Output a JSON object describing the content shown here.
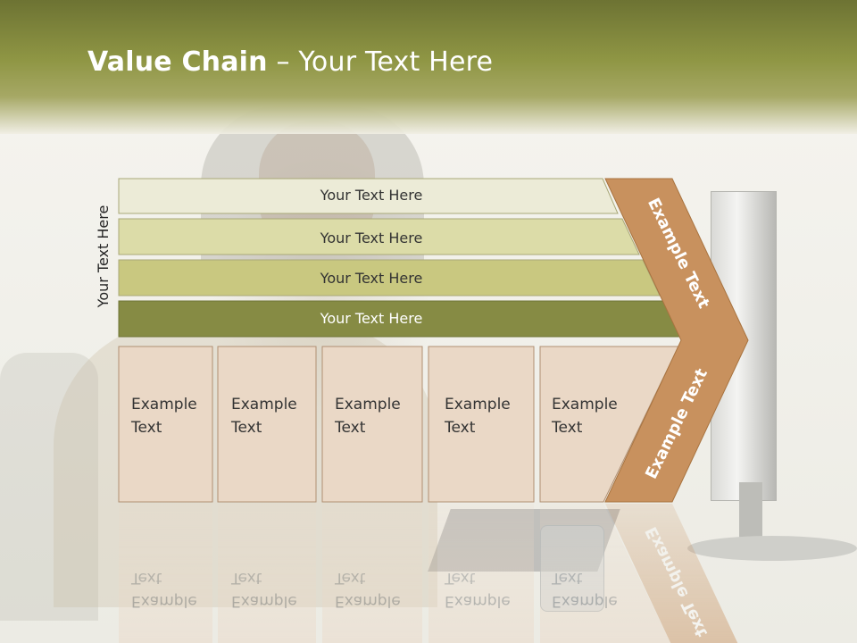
{
  "title": {
    "bold": "Value Chain",
    "rest": " – Your Text Here"
  },
  "vertical_label": "Your Text Here",
  "rows": [
    {
      "label": "Your Text Here",
      "fill": "#ecebd7"
    },
    {
      "label": "Your Text Here",
      "fill": "#dcdca8"
    },
    {
      "label": "Your Text Here",
      "fill": "#c9c880"
    },
    {
      "label": "Your Text Here",
      "fill": "#868b44"
    }
  ],
  "columns": [
    {
      "line1": "Example",
      "line2": "Text"
    },
    {
      "line1": "Example",
      "line2": "Text"
    },
    {
      "line1": "Example",
      "line2": "Text"
    },
    {
      "line1": "Example",
      "line2": "Text"
    },
    {
      "line1": "Example",
      "line2": "Text"
    }
  ],
  "arrow": {
    "upper_label": "Example Text",
    "lower_label": "Example Text",
    "fill": "#c8915e"
  },
  "colors": {
    "header": "#7d8438",
    "column_fill": "#ead8c6",
    "column_stroke": "#b08f72"
  }
}
